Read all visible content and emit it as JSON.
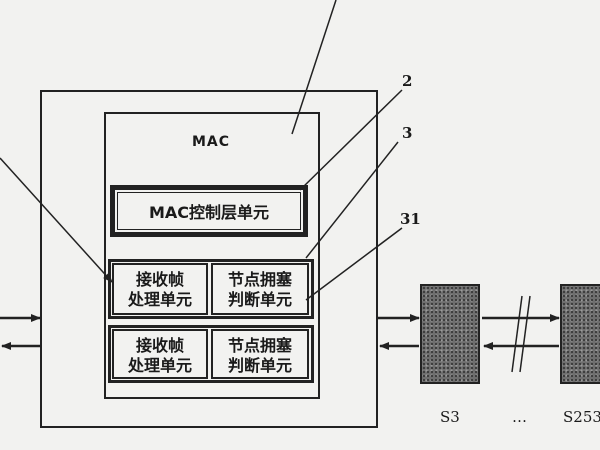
{
  "diagram": {
    "mac_label": "MAC",
    "control_layer_unit": "MAC控制层单元",
    "unit_groups": [
      {
        "receive_unit": [
          "接收帧",
          "处理单元"
        ],
        "congestion_unit": [
          "节点拥塞",
          "判断单元"
        ]
      },
      {
        "receive_unit": [
          "接收帧",
          "处理单元"
        ],
        "congestion_unit": [
          "节点拥塞",
          "判断单元"
        ]
      }
    ],
    "reference_numbers": {
      "ref_2": "2",
      "ref_3": "3",
      "ref_31": "31"
    },
    "nodes": {
      "s3": "S3",
      "ellipsis": "…",
      "s253": "S253"
    },
    "colors": {
      "line": "#222222",
      "node_fill": "#6e6e6e",
      "background": "#f2f2f0"
    }
  }
}
